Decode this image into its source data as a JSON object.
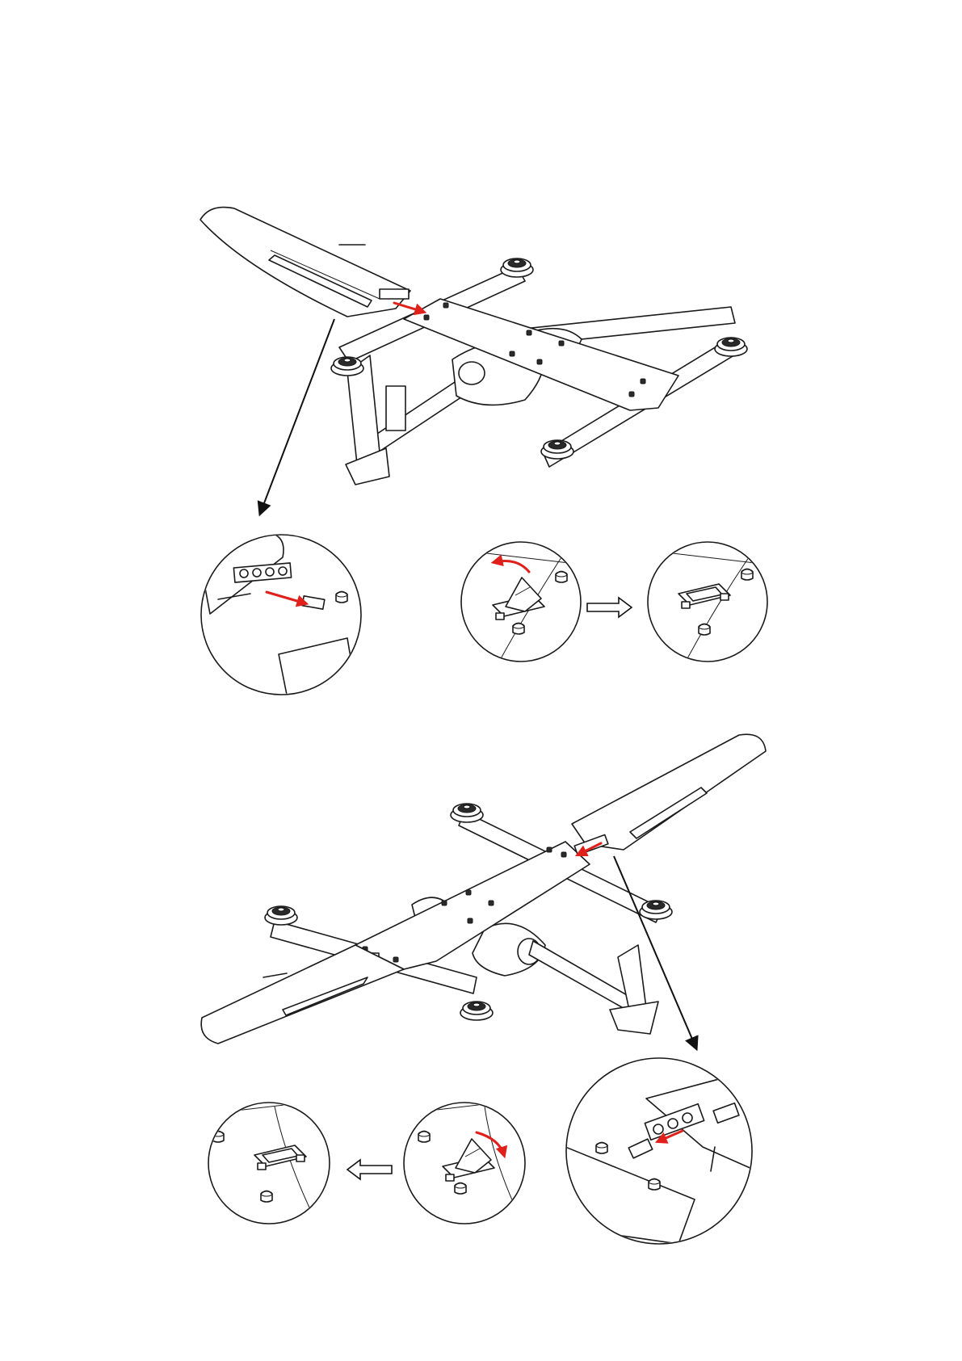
{
  "diagram": {
    "description_text": "",
    "steps": [
      {
        "id": "attach-left-wing",
        "arrow_color": "#e0201b"
      },
      {
        "id": "lock-left-wing-latch",
        "arrow_color": "#e0201b"
      },
      {
        "id": "attach-right-wing",
        "arrow_color": "#e0201b"
      },
      {
        "id": "lock-right-wing-latch",
        "arrow_color": "#e0201b"
      }
    ],
    "colors": {
      "line": "#1a1a1a",
      "accent": "#e0201b",
      "background": "#ffffff"
    }
  }
}
